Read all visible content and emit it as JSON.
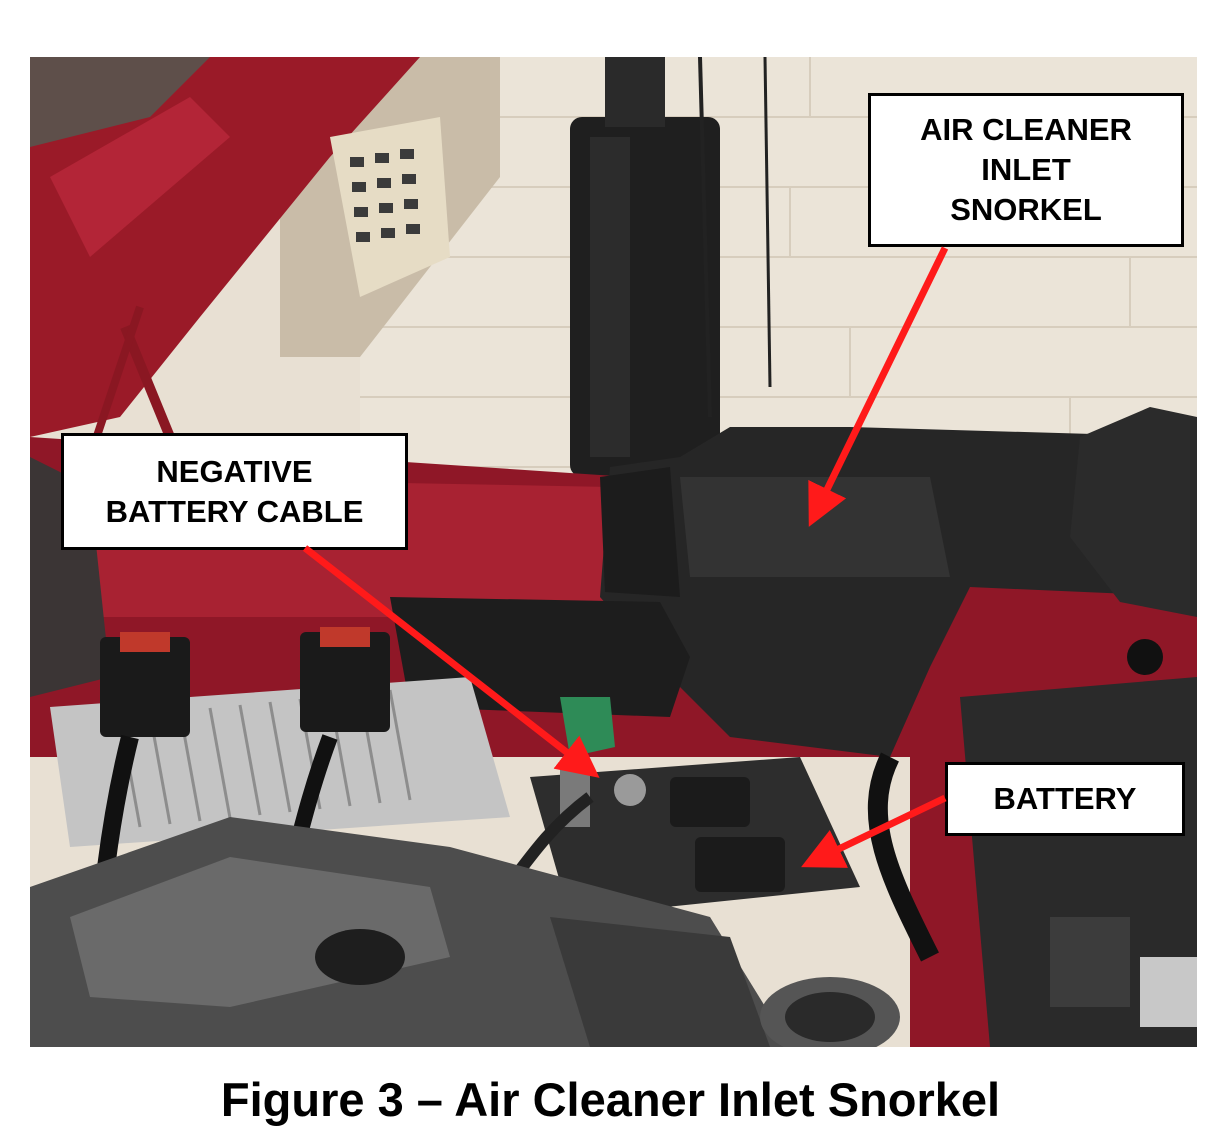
{
  "callouts": {
    "air_cleaner": "AIR CLEANER\nINLET\nSNORKEL",
    "negative_cable": "NEGATIVE\nBATTERY CABLE",
    "battery": "BATTERY"
  },
  "caption": "Figure 3 – Air Cleaner Inlet Snorkel",
  "colors": {
    "arrow": "#ff1a1a",
    "vehicle_paint": "#9e1b2a",
    "wall": "#e9e2d6"
  }
}
